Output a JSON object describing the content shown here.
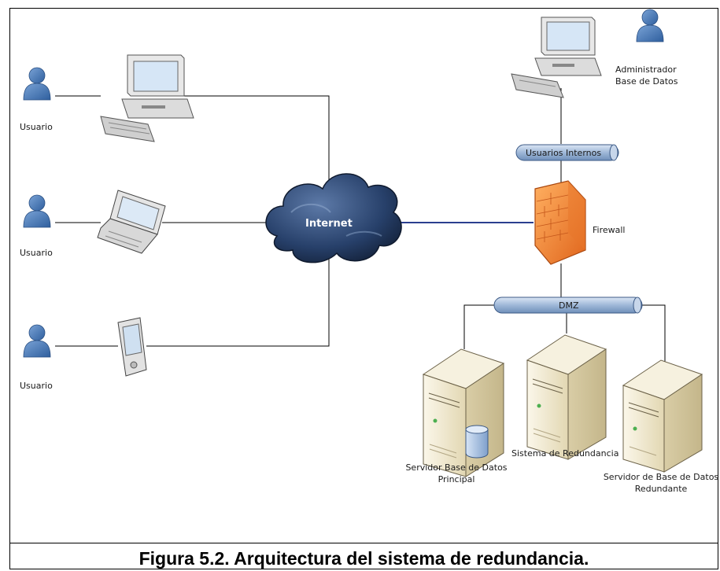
{
  "caption": "Figura 5.2. Arquitectura del sistema de redundancia.",
  "nodes": {
    "user1": "Usuario",
    "user2": "Usuario",
    "user3": "Usuario",
    "internet": "Internet",
    "admin_line1": "Administrador",
    "admin_line2": "Base de Datos",
    "pipe_internal": "Usuarios Internos",
    "firewall": "Firewall",
    "pipe_dmz": "DMZ",
    "server_main_line1": "Servidor Base de Datos",
    "server_main_line2": "Principal",
    "server_mid": "Sistema de Redundancia",
    "server_red_line1": "Servidor de Base de Datos",
    "server_red_line2": "Redundante"
  },
  "icons": {
    "user": "user-icon",
    "desktop": "desktop-computer-icon",
    "laptop": "laptop-icon",
    "pda": "pda-icon",
    "cloud": "cloud-icon",
    "firewall": "firewall-icon",
    "server": "server-tower-icon",
    "database": "database-icon"
  },
  "colors": {
    "user_fill": "#4a78b4",
    "cloud_fill": "#1e3150",
    "firewall_fill": "#f28a3a",
    "pipe_fill": "#9fb8d8",
    "server_fill": "#efe7cc",
    "link_blue": "#2a3f8f"
  }
}
